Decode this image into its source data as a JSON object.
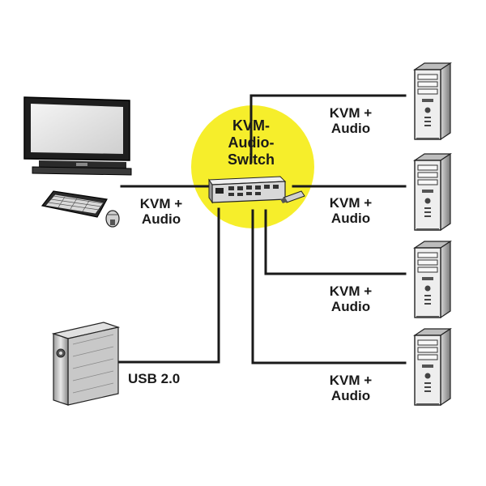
{
  "switch": {
    "title_lines": [
      "KVM-",
      "Audio-",
      "Switch"
    ]
  },
  "labels": {
    "console_link": [
      "KVM +",
      "Audio"
    ],
    "usb_link": "USB 2.0",
    "pc_links": [
      [
        "KVM +",
        "Audio"
      ],
      [
        "KVM +",
        "Audio"
      ],
      [
        "KVM +",
        "Audio"
      ],
      [
        "KVM +",
        "Audio"
      ]
    ]
  },
  "icons": {
    "monitor": "monitor-icon",
    "keyboard": "keyboard-icon",
    "mouse": "mouse-icon",
    "external_drive": "external-drive-icon",
    "kvm_switch": "kvm-switch-icon",
    "usb_dongle": "usb-dongle-icon",
    "computer_tower": "computer-tower-icon"
  },
  "colors": {
    "highlight": "#f6ee2b",
    "line": "#1a1a1a"
  }
}
